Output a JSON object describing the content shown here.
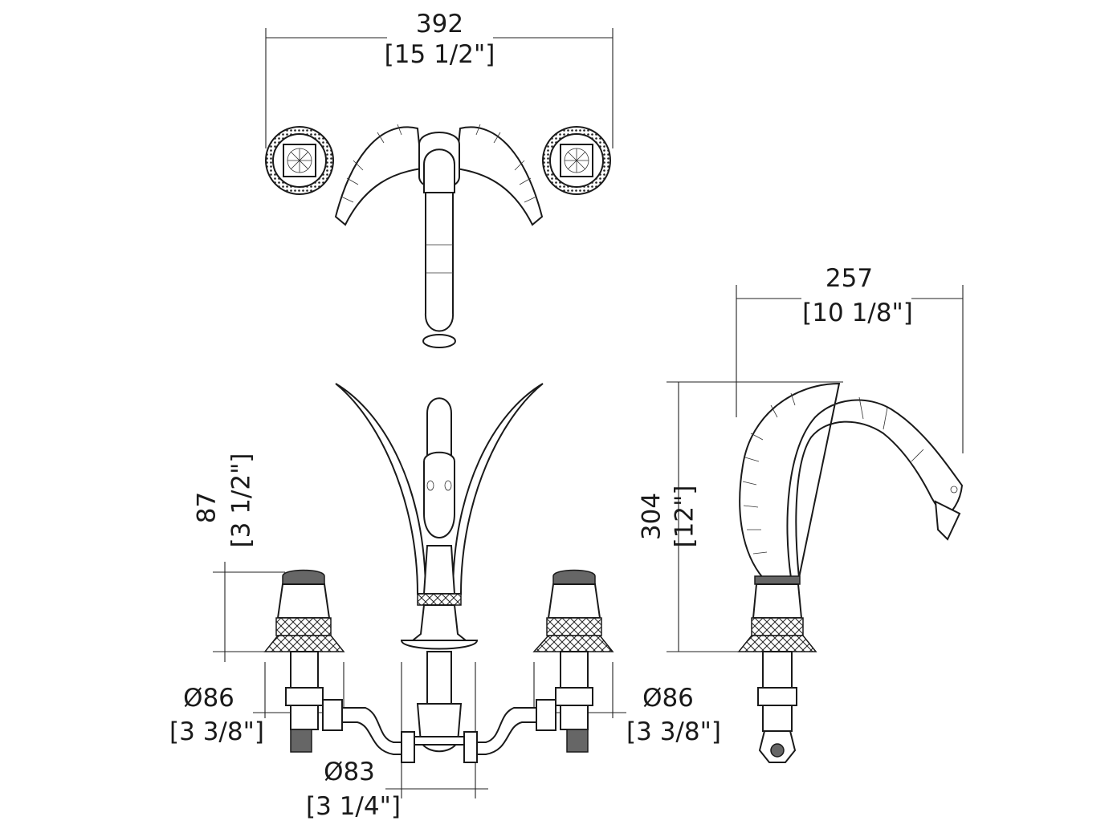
{
  "dimensions": {
    "top_width": {
      "mm": "392",
      "inch": "[15 1/2\"]"
    },
    "side_depth": {
      "mm": "257",
      "inch": "[10 1/8\"]"
    },
    "handle_height": {
      "mm": "87",
      "inch": "[3 1/2\"]"
    },
    "overall_height": {
      "mm": "304",
      "inch": "[12\"]"
    },
    "left_handle_diameter": {
      "mm": "Ø86",
      "inch": "[3 3/8\"]"
    },
    "right_handle_diameter": {
      "mm": "Ø86",
      "inch": "[3 3/8\"]"
    },
    "spout_base_diameter": {
      "mm": "Ø83",
      "inch": "[3 1/4\"]"
    }
  },
  "colors": {
    "line": "#1a1a1a",
    "fill": "#ffffff",
    "shade": "#666666"
  }
}
